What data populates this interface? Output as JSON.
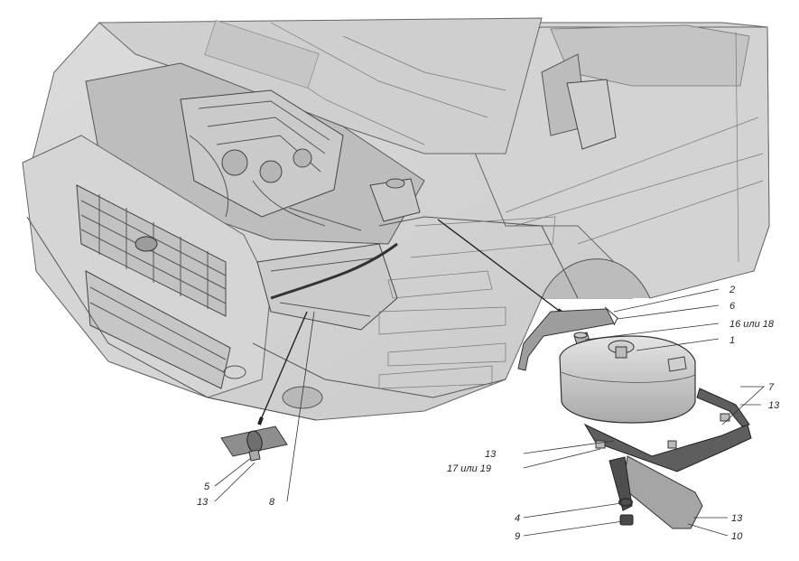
{
  "diagram": {
    "callouts": [
      {
        "id": "c2",
        "text": "2"
      },
      {
        "id": "c6",
        "text": "6"
      },
      {
        "id": "c16",
        "text": "16 или 18"
      },
      {
        "id": "c1",
        "text": "1"
      },
      {
        "id": "c7",
        "text": "7"
      },
      {
        "id": "c13a",
        "text": "13"
      },
      {
        "id": "c13b",
        "text": "13"
      },
      {
        "id": "c17",
        "text": "17 или 19"
      },
      {
        "id": "c4",
        "text": "4"
      },
      {
        "id": "c13c",
        "text": "13"
      },
      {
        "id": "c9",
        "text": "9"
      },
      {
        "id": "c10",
        "text": "10"
      },
      {
        "id": "c5",
        "text": "5"
      },
      {
        "id": "c13d",
        "text": "13"
      },
      {
        "id": "c8",
        "text": "8"
      }
    ]
  }
}
